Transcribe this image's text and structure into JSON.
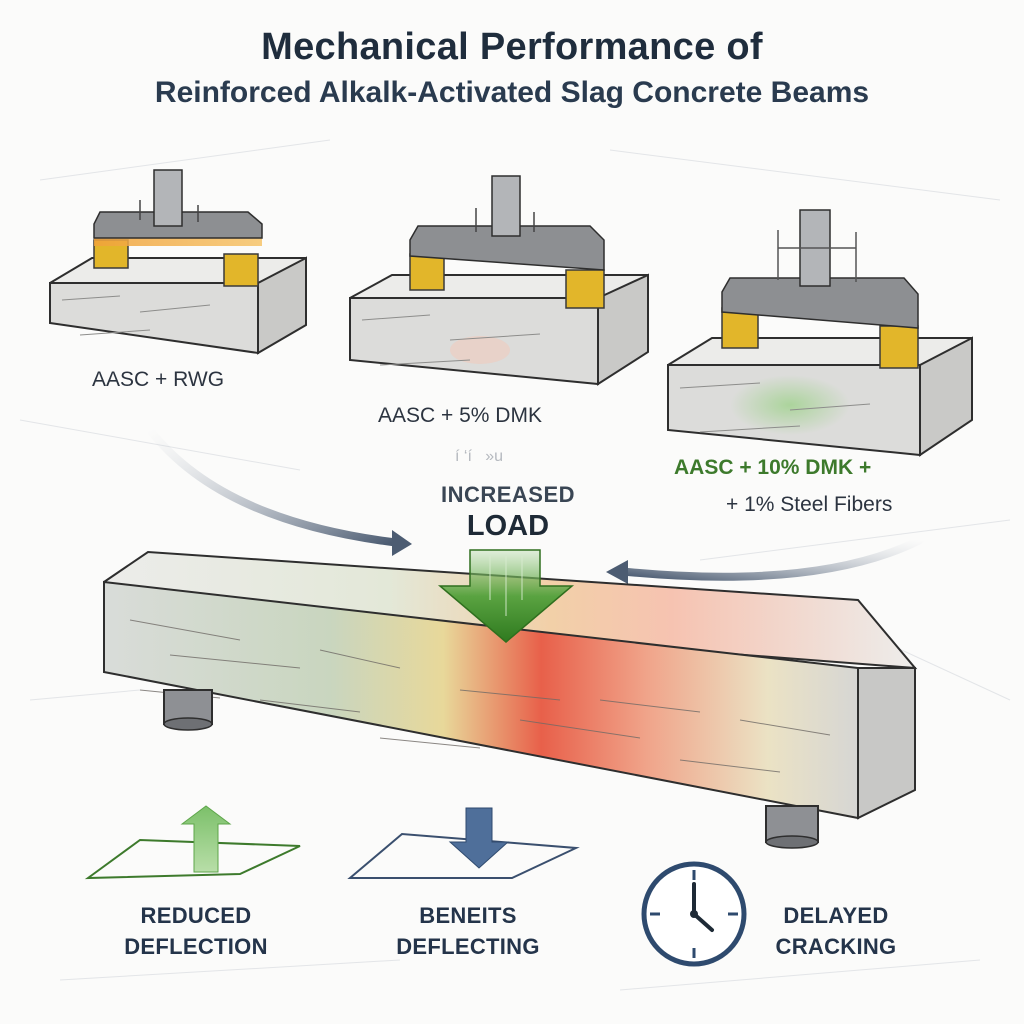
{
  "title": {
    "line1": "Mechanical Performance of",
    "line2": "Reinforced Alkalk-Activated Slag Concrete Beams"
  },
  "specimens": [
    {
      "label": "AASC + RWG"
    },
    {
      "label": "AASC + 5% DMK"
    },
    {
      "label_line1": "AASC + 10% DMK +",
      "label_line2": "+ 1% Steel Fibers"
    }
  ],
  "load": {
    "sup": "INCREASED",
    "main": "LOAD"
  },
  "ghost_text": "í ‘í   »u",
  "outcomes": [
    {
      "line1": "REDUCED",
      "line2": "DEFLECTION",
      "icon": "up-arrow-icon",
      "color": "#7cc06a"
    },
    {
      "line1": "BENEITS",
      "line2": "DEFLECTING",
      "icon": "down-arrow-icon",
      "color": "#4f6f9a"
    },
    {
      "line1": "DELAYED",
      "line2": "CRACKING",
      "icon": "clock-icon",
      "color": "#2e4a6e"
    }
  ],
  "colors": {
    "title": "#1f2d3d",
    "accent_green": "#3d7a2c",
    "load_arrow": "#3f8a2a",
    "stress_red": "#e8604a",
    "support_yellow": "#e2b62a",
    "concrete": "#d9d9d6"
  }
}
